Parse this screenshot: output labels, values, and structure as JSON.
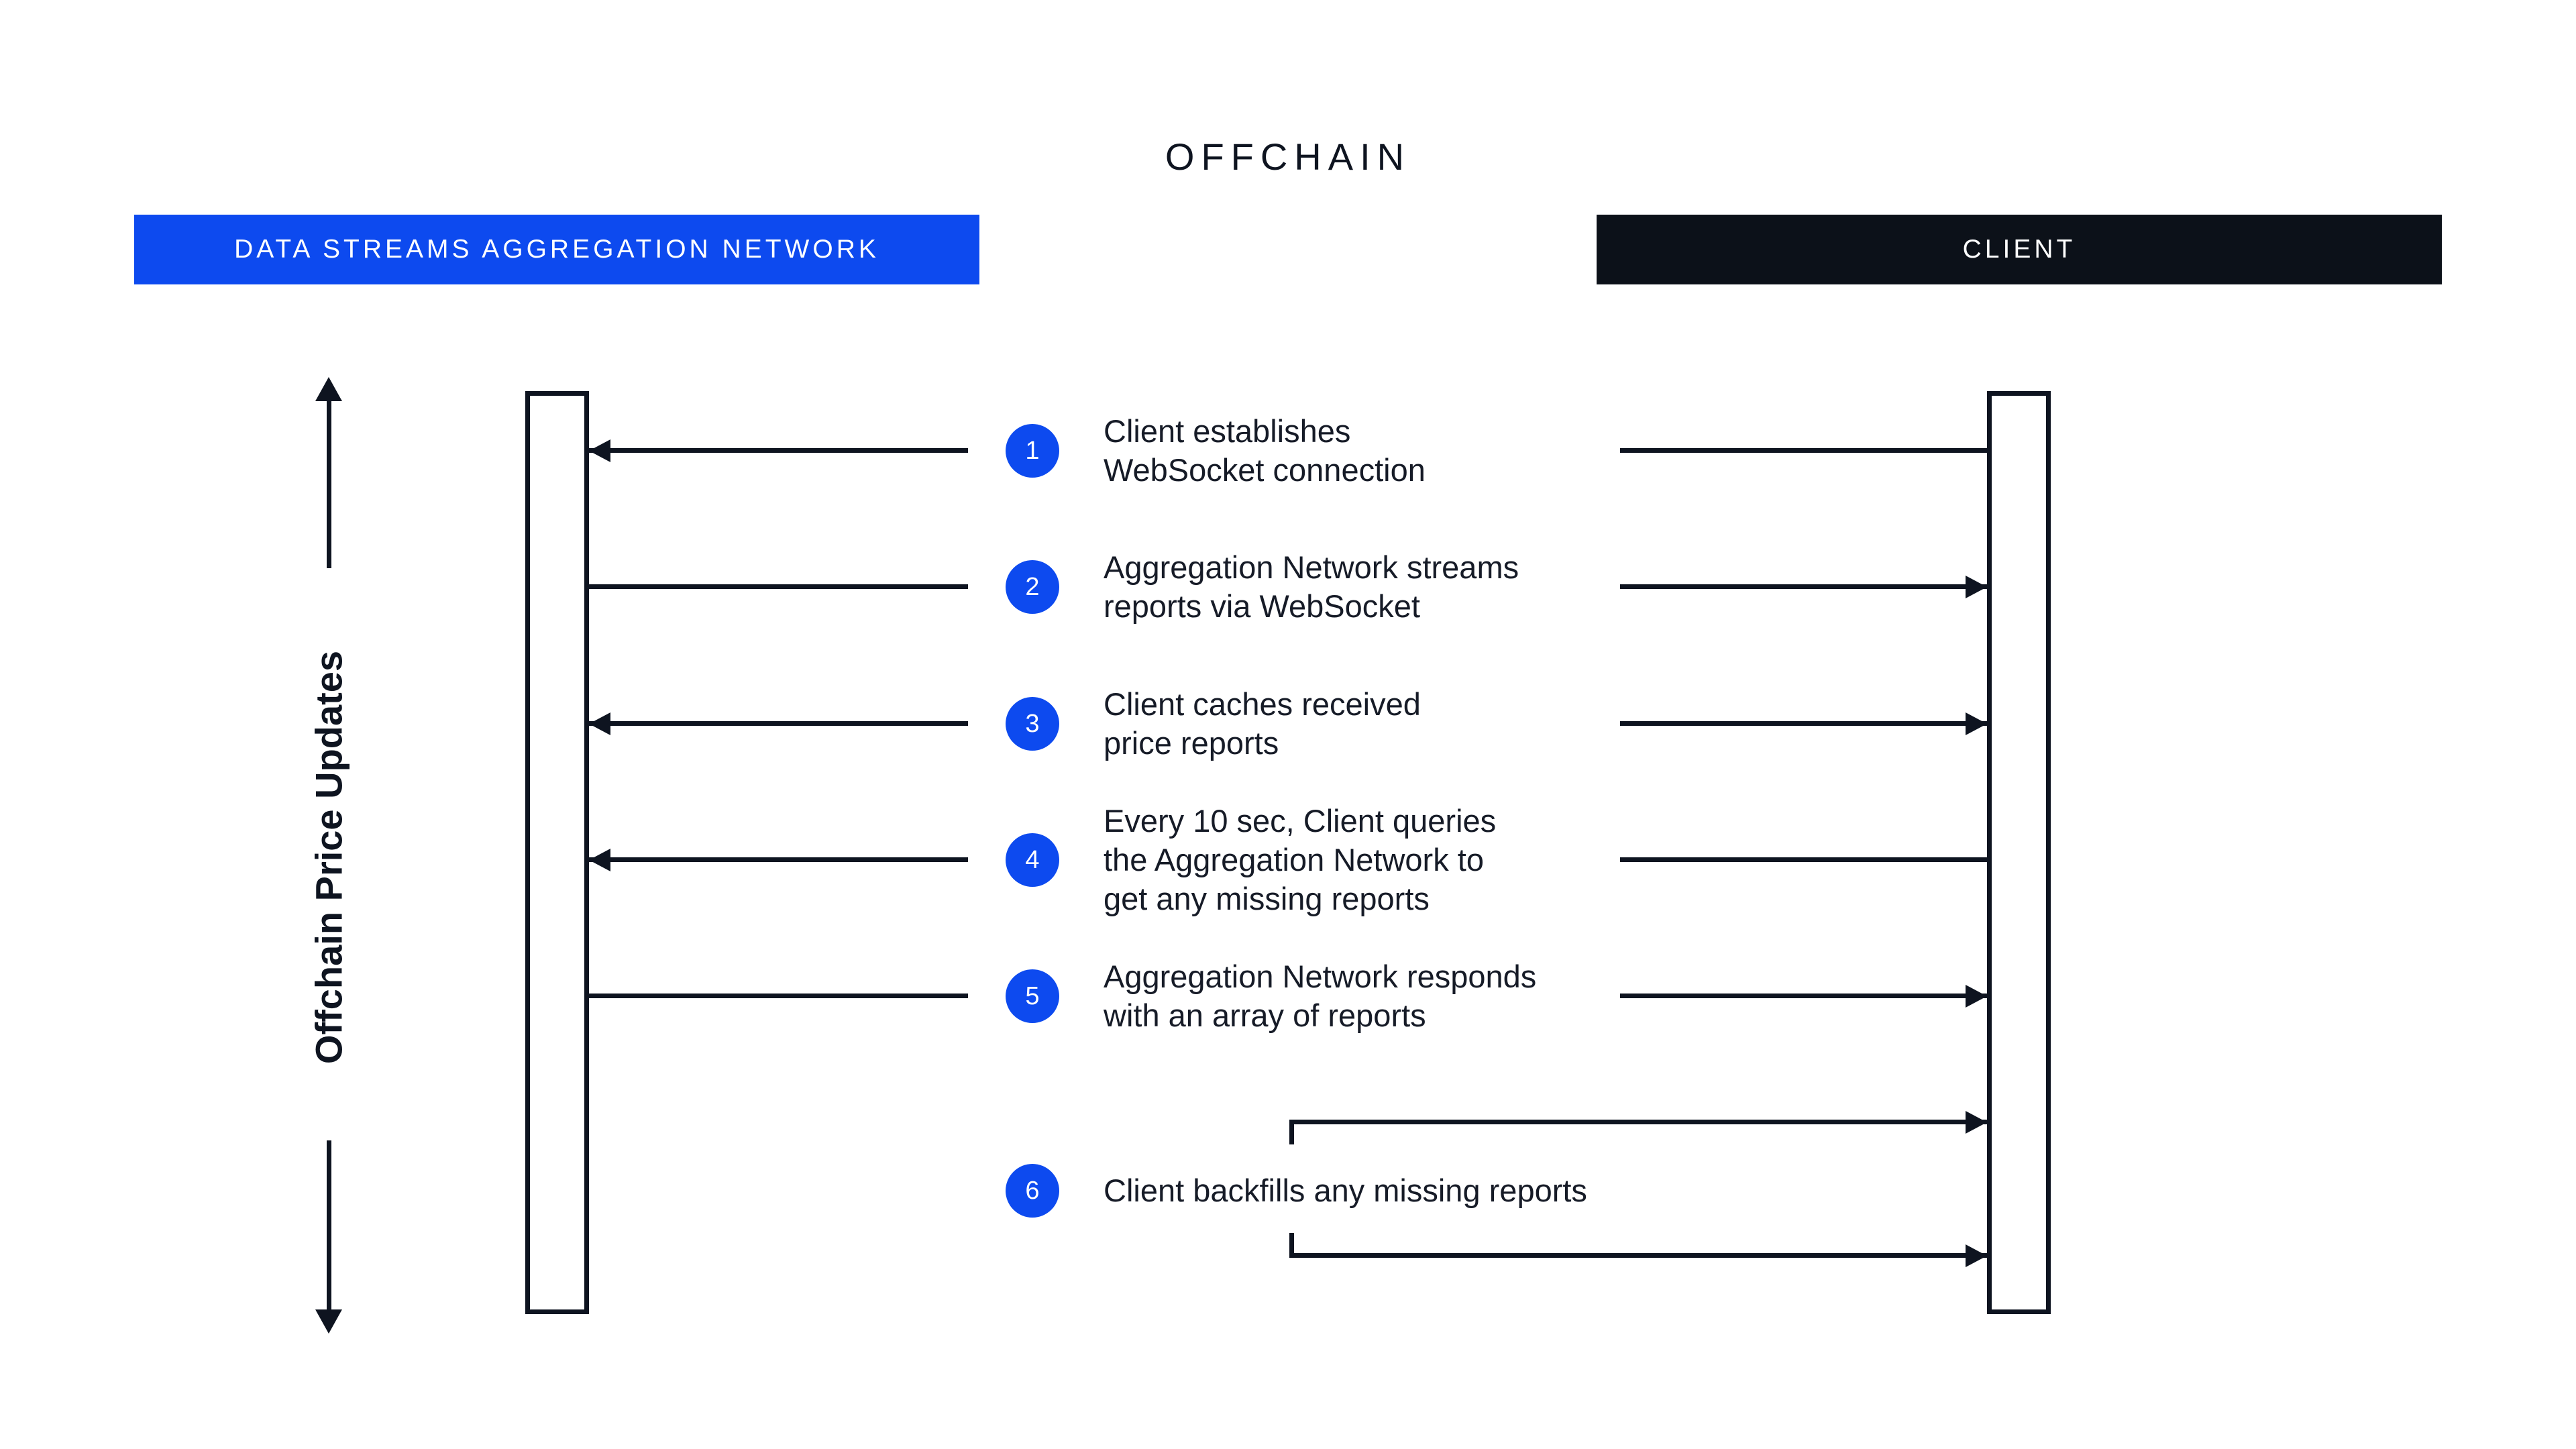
{
  "title": "OFFCHAIN",
  "actors": [
    {
      "id": "aggregation-network",
      "label": "DATA STREAMS AGGREGATION NETWORK",
      "color": "#0d4aef"
    },
    {
      "id": "client",
      "label": "CLIENT",
      "color": "#0c1119"
    }
  ],
  "axis": {
    "label": "Offchain Price Updates"
  },
  "steps": [
    {
      "num": "1",
      "lines": [
        "Client establishes",
        "WebSocket connection"
      ],
      "direction": "to-aggregation-network"
    },
    {
      "num": "2",
      "lines": [
        "Aggregation Network streams",
        "reports via WebSocket"
      ],
      "direction": "to-client"
    },
    {
      "num": "3",
      "lines": [
        "Client caches received",
        "price reports"
      ],
      "direction": "both"
    },
    {
      "num": "4",
      "lines": [
        "Every 10 sec, Client queries",
        "the Aggregation Network to",
        "get any missing reports"
      ],
      "direction": "to-aggregation-network"
    },
    {
      "num": "5",
      "lines": [
        "Aggregation Network responds",
        "with an array of reports"
      ],
      "direction": "to-client"
    },
    {
      "num": "6",
      "lines": [
        "Client backfills any missing reports"
      ],
      "direction": "client-self-loop"
    }
  ],
  "colors": {
    "accent_blue": "#0d4aef",
    "ink": "#0e1420",
    "step_text": "#161b27",
    "background": "#ffffff"
  }
}
